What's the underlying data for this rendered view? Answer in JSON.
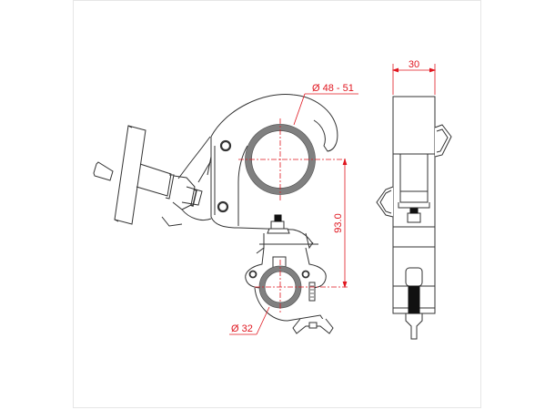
{
  "drawing": {
    "title": "Quick-release coupler clamp technical drawing",
    "line_color": "#333333",
    "dimension_color": "#e0161f",
    "tube_fill_color": "#808080",
    "dimensions": {
      "large_tube_diameter": "Ø 48 - 51",
      "small_tube_diameter": "Ø 32",
      "center_distance": "93.0",
      "side_width": "30"
    },
    "views": [
      "front-view",
      "side-view"
    ]
  }
}
